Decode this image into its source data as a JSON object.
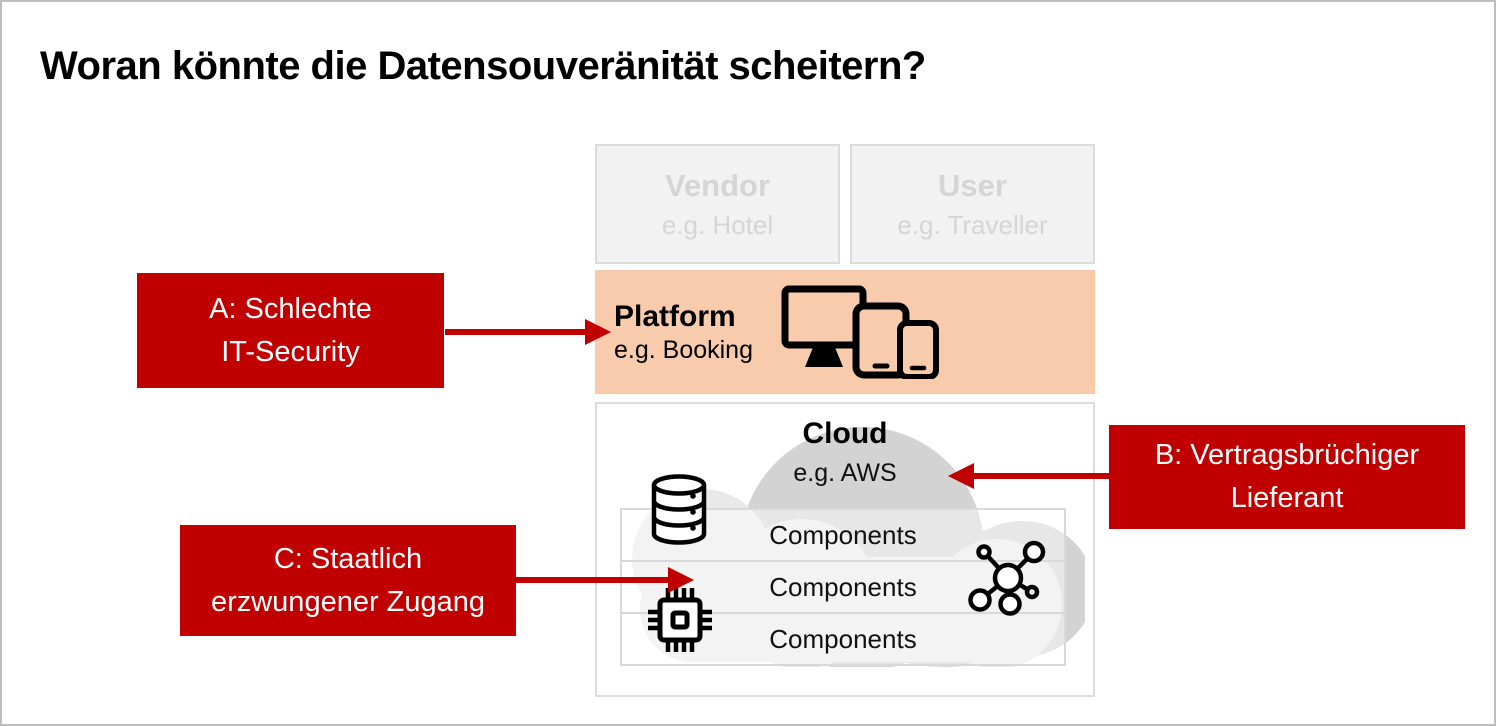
{
  "slide": {
    "title": "Woran könnte die Datensouveränität scheitern?"
  },
  "diagram": {
    "vendor": {
      "title": "Vendor",
      "subtitle": "e.g. Hotel"
    },
    "user": {
      "title": "User",
      "subtitle": "e.g. Traveller"
    },
    "platform": {
      "title": "Platform",
      "subtitle": "e.g. Booking",
      "icons": [
        "monitor-icon",
        "tablet-icon",
        "smartphone-icon"
      ]
    },
    "cloud": {
      "title": "Cloud",
      "subtitle": "e.g. AWS",
      "components": [
        "Components",
        "Components",
        "Components"
      ],
      "icons": [
        "database-icon",
        "chip-icon",
        "network-icon"
      ],
      "shape_icon": "cloud-shape"
    }
  },
  "callouts": {
    "a": {
      "lines": [
        "A: Schlechte",
        "IT-Security"
      ]
    },
    "b": {
      "lines": [
        "B: Vertragsbrüchiger",
        "Lieferant"
      ]
    },
    "c": {
      "lines": [
        "C: Staatlich",
        "erzwungener Zugang"
      ]
    }
  },
  "colors": {
    "callout_red": "#c00000",
    "platform_peach": "#f8cbad",
    "ghost_gray": "#d5d5d5",
    "cloud_dark_gray": "#d3d3d3",
    "cloud_light_gray": "#e9e9e9"
  }
}
